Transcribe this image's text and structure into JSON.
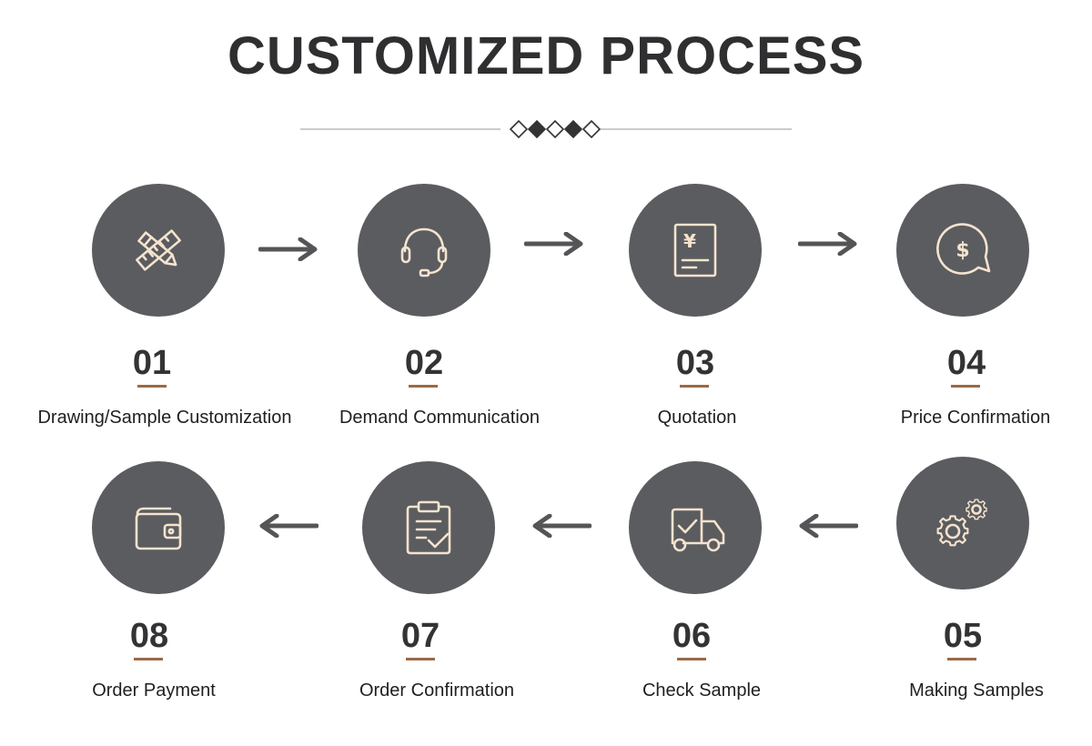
{
  "title": "CUSTOMIZED PROCESS",
  "colors": {
    "circle": "#5b5c5f",
    "icon": "#f4e3cf",
    "underline": "#9a6a46",
    "arrow": "#555558"
  },
  "steps": [
    {
      "number": "01",
      "label": "Drawing/Sample Customization",
      "icon": "pencil-ruler-icon"
    },
    {
      "number": "02",
      "label": "Demand Communication",
      "icon": "headset-icon"
    },
    {
      "number": "03",
      "label": "Quotation",
      "icon": "yen-invoice-icon"
    },
    {
      "number": "04",
      "label": "Price Confirmation",
      "icon": "dollar-chat-icon"
    },
    {
      "number": "05",
      "label": "Making Samples",
      "icon": "gears-icon"
    },
    {
      "number": "06",
      "label": "Check Sample",
      "icon": "delivery-truck-icon"
    },
    {
      "number": "07",
      "label": "Order Confirmation",
      "icon": "clipboard-check-icon"
    },
    {
      "number": "08",
      "label": "Order Payment",
      "icon": "wallet-icon"
    }
  ],
  "icon_glyphs": {
    "yen": "¥",
    "dollar": "$"
  }
}
